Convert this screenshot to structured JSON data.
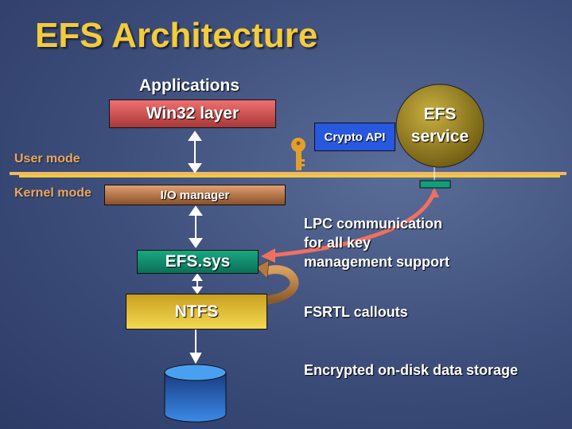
{
  "title": "EFS Architecture",
  "labels": {
    "applications": "Applications",
    "user_mode": "User mode",
    "kernel_mode": "Kernel mode"
  },
  "boxes": {
    "win32": "Win32 layer",
    "crypto_api": "Crypto API",
    "efs_service_line1": "EFS",
    "efs_service_line2": "service",
    "io_manager": "I/O manager",
    "efs_sys": "EFS.sys",
    "ntfs": "NTFS"
  },
  "notes": {
    "lpc": [
      "LPC communication",
      "for all key",
      "management support"
    ],
    "fsrtl": "FSRTL callouts",
    "storage": "Encrypted on-disk data storage"
  },
  "colors": {
    "title": "#f2cc3a",
    "mode_label": "#e8a868",
    "divider": "#f0b860"
  }
}
